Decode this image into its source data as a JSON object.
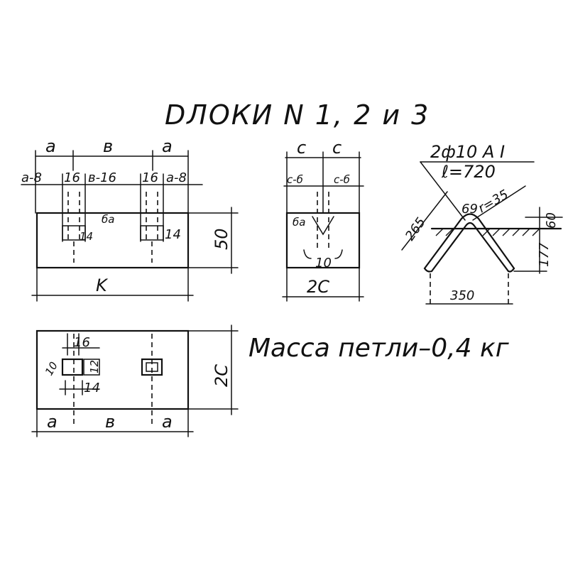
{
  "title": "DЛОКИ  N 1, 2 и 3",
  "front_view": {
    "top_dims": [
      "a",
      "в",
      "a"
    ],
    "sub_dims": [
      "a-8",
      "16",
      "в-16",
      "16",
      "a-8"
    ],
    "insert_width": "14",
    "insert_width_right": "14",
    "small_mark": "ба",
    "height": "50",
    "length": "K"
  },
  "side_view": {
    "top_dims": [
      "c",
      "c"
    ],
    "sub_dims": [
      "c-б",
      "c-б"
    ],
    "inner_mark": "10",
    "side_mark": "ба",
    "width": "2C"
  },
  "loop": {
    "spec": "2ф10 A I",
    "length": "ℓ=720",
    "angle": "69",
    "radius": "r=35",
    "leg": "265",
    "depth_top": "60",
    "depth": "177",
    "span": "350"
  },
  "plan_view": {
    "dim_top": "16",
    "dim_side": "10",
    "dim_inner": "12",
    "dim_bottom": "14",
    "width": "2C",
    "bottom_dims": [
      "a",
      "в",
      "a"
    ]
  },
  "mass_note": "Масса петли–0,4 кг"
}
